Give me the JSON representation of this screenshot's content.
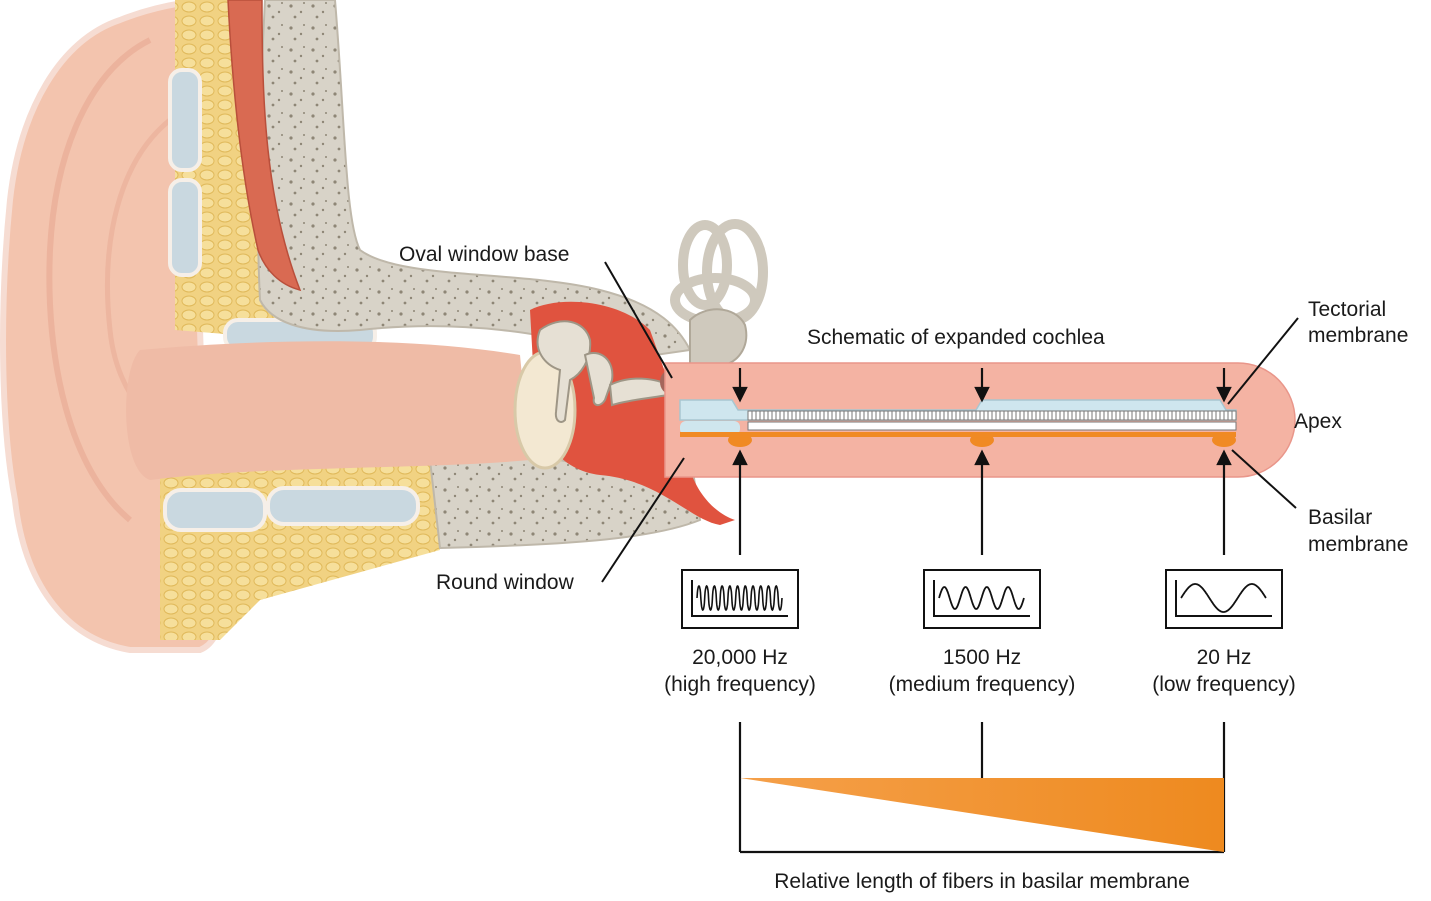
{
  "labels": {
    "oval_window": "Oval window base",
    "round_window": "Round window",
    "schematic_title": "Schematic of expanded cochlea",
    "tectorial": [
      "Tectorial",
      "membrane"
    ],
    "basilar": [
      "Basilar",
      "membrane"
    ],
    "apex": "Apex",
    "fibers_caption": "Relative length of fibers in basilar membrane"
  },
  "frequencies": [
    {
      "value": "20,000 Hz",
      "desc": "(high frequency)"
    },
    {
      "value": "1500 Hz",
      "desc": "(medium frequency)"
    },
    {
      "value": "20 Hz",
      "desc": "(low frequency)"
    }
  ],
  "colors": {
    "skin": "#f3c4ae",
    "canal": "#eeb8a3",
    "bone": "#d6d1c6",
    "fat": "#f1d282",
    "cartilage": "#c9d8e0",
    "muscle": "#d96a52",
    "middle_ear": "#e0533f",
    "cochlea_outer": "#f4b3a3",
    "cochlea_inner": "#cfe6ee",
    "basilar_orange": "#f08a24"
  }
}
